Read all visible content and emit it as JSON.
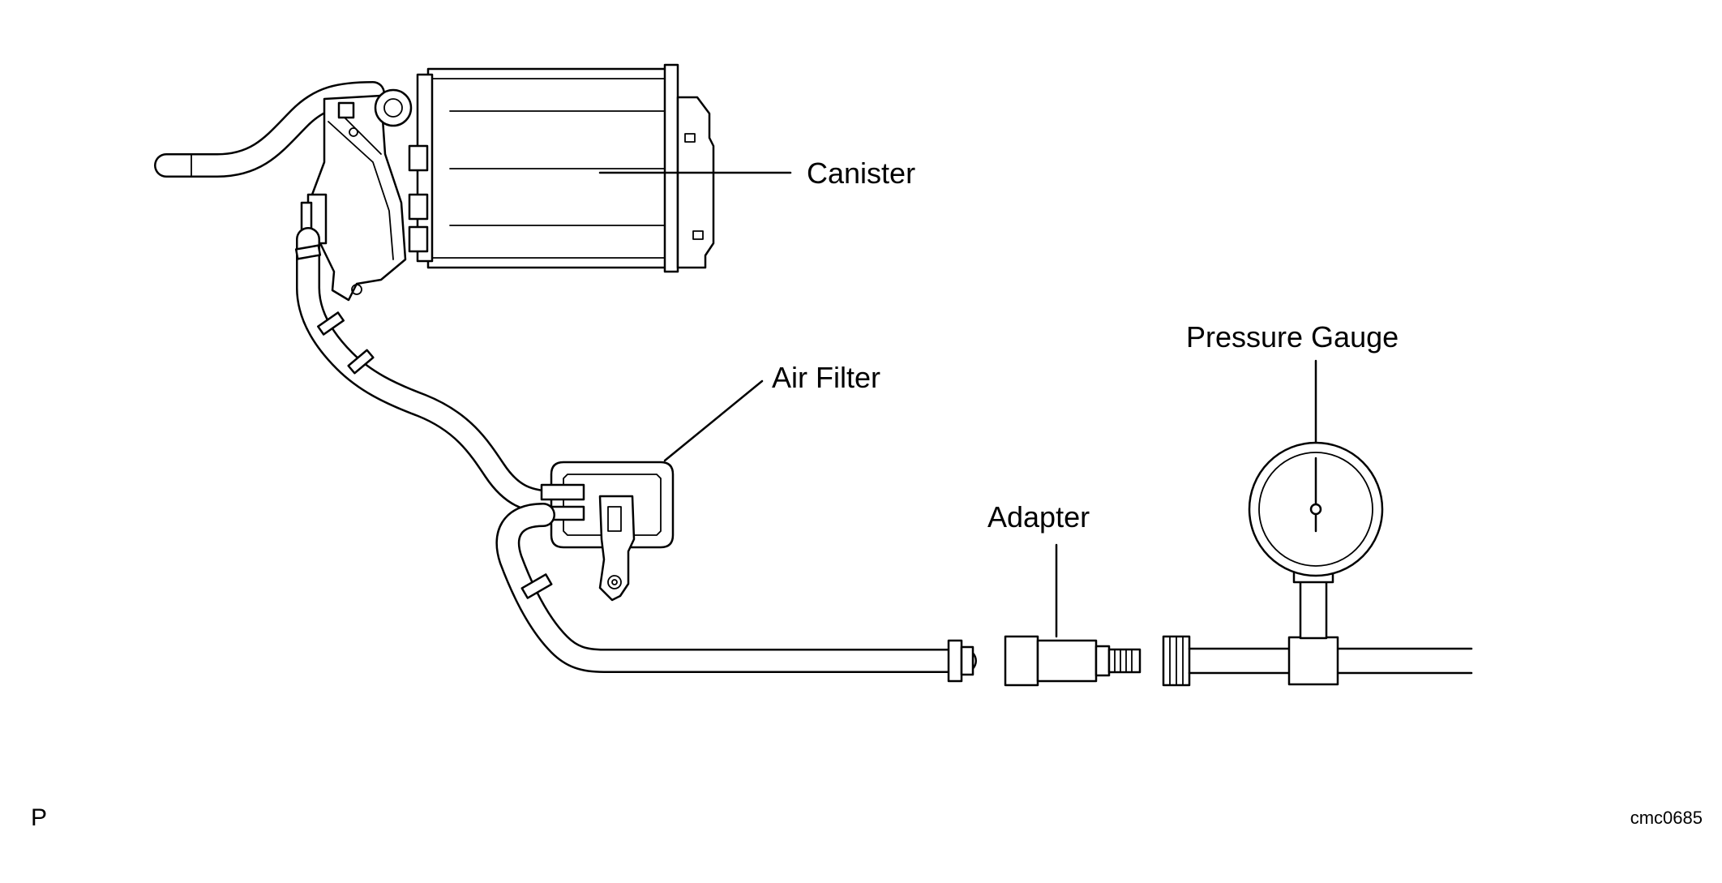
{
  "labels": {
    "canister": "Canister",
    "air_filter": "Air Filter",
    "pressure_gauge": "Pressure Gauge",
    "adapter": "Adapter"
  },
  "corner_left": "P",
  "corner_right": "cmc0685"
}
